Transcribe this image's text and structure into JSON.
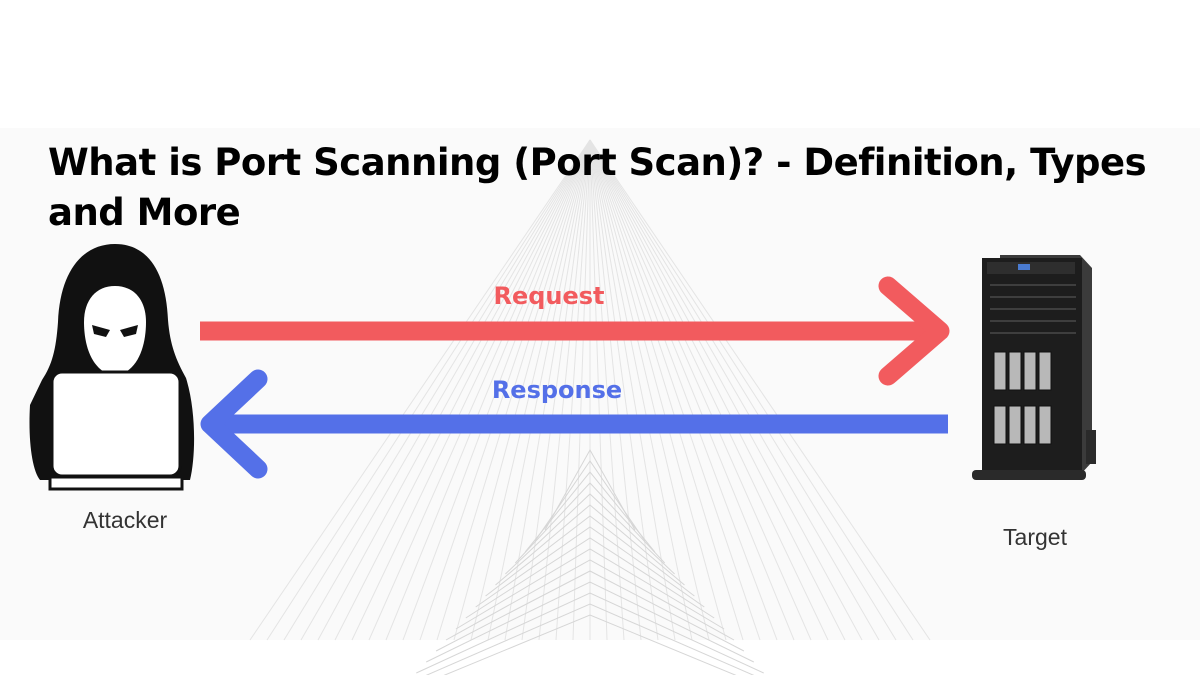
{
  "title": "What is Port Scanning (Port Scan)? - Definition, Types and More",
  "diagram": {
    "nodes": [
      {
        "id": "attacker",
        "label": "Attacker",
        "icon": "hooded-hacker-icon"
      },
      {
        "id": "target",
        "label": "Target",
        "icon": "tower-server-icon"
      }
    ],
    "edges": [
      {
        "from": "attacker",
        "to": "target",
        "label": "Request",
        "color": "#f25b5e"
      },
      {
        "from": "target",
        "to": "attacker",
        "label": "Response",
        "color": "#5470e8"
      }
    ]
  },
  "colors": {
    "request": "#f25b5e",
    "response": "#5470e8",
    "background_art": "#e4e4e4"
  }
}
